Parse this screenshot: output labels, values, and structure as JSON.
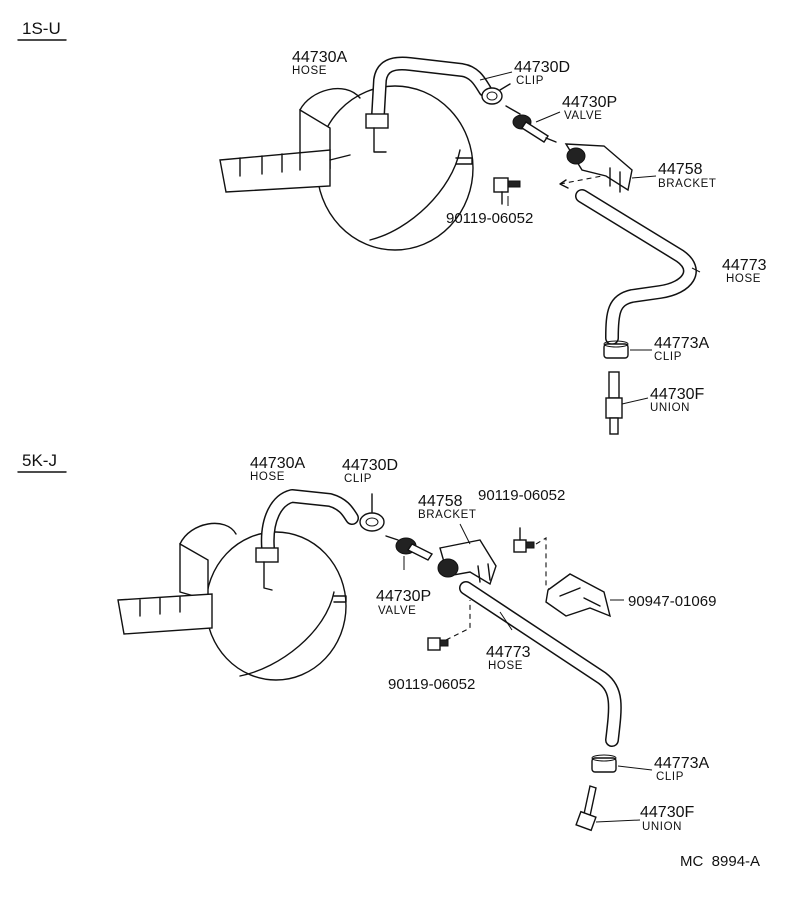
{
  "sections": [
    {
      "id": "1s-u",
      "title": "1S-U",
      "parts": [
        {
          "key": "hose",
          "number": "44730A",
          "name": "HOSE"
        },
        {
          "key": "clip",
          "number": "44730D",
          "name": "CLIP"
        },
        {
          "key": "valve",
          "number": "44730P",
          "name": "VALVE"
        },
        {
          "key": "bracket",
          "number": "44758",
          "name": "BRACKET"
        },
        {
          "key": "bolt",
          "number": "90119-06052",
          "name": ""
        },
        {
          "key": "hose2",
          "number": "44773",
          "name": "HOSE"
        },
        {
          "key": "clip2",
          "number": "44773A",
          "name": "CLIP"
        },
        {
          "key": "union",
          "number": "44730F",
          "name": "UNION"
        }
      ]
    },
    {
      "id": "5k-j",
      "title": "5K-J",
      "parts": [
        {
          "key": "hose",
          "number": "44730A",
          "name": "HOSE"
        },
        {
          "key": "clip",
          "number": "44730D",
          "name": "CLIP"
        },
        {
          "key": "bracket",
          "number": "44758",
          "name": "BRACKET"
        },
        {
          "key": "bolt",
          "number": "90119-06052",
          "name": ""
        },
        {
          "key": "bracket2",
          "number": "90947-01069",
          "name": ""
        },
        {
          "key": "valve",
          "number": "44730P",
          "name": "VALVE"
        },
        {
          "key": "hose2",
          "number": "44773",
          "name": "HOSE"
        },
        {
          "key": "bolt2",
          "number": "90119-06052",
          "name": ""
        },
        {
          "key": "clip2",
          "number": "44773A",
          "name": "CLIP"
        },
        {
          "key": "union",
          "number": "44730F",
          "name": "UNION"
        }
      ]
    }
  ],
  "reference": "MC  8994-A"
}
